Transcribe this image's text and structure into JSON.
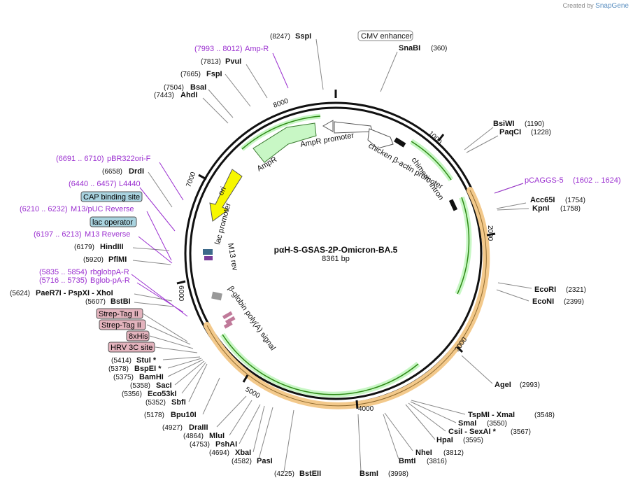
{
  "credit": {
    "prefix": "Created by",
    "brand": "SnapGene"
  },
  "map": {
    "name": "pαH-S-GSAS-2P-Omicron-BA.5",
    "length_label": "8361 bp",
    "total_bp": 8361
  },
  "ticks": [
    "1000",
    "2000",
    "3000",
    "4000",
    "5000",
    "6000",
    "7000",
    "8000"
  ],
  "feature_labels": {
    "cmv": "CMV enhancer",
    "cbap": "chicken β-actin promoter",
    "intron": "chimeric intron",
    "ampr_prom": "AmpR promoter",
    "ampr": "AmpR",
    "ori": "ori",
    "lac_prom": "lac promoter",
    "m13rev": "M13 rev",
    "bglob": "β-globin poly(A) signal"
  },
  "right_labels": [
    {
      "name": "SnaBI",
      "pos": "(360)"
    },
    {
      "name": "BsiWI",
      "pos": "(1190)"
    },
    {
      "name": "PaqCI",
      "pos": "(1228)"
    },
    {
      "name": "pCAGGS-5",
      "pos": "(1602 .. 1624)",
      "primer": true
    },
    {
      "name": "Acc65I",
      "pos": "(1754)"
    },
    {
      "name": "KpnI",
      "pos": "(1758)"
    },
    {
      "name": "EcoRI",
      "pos": "(2321)"
    },
    {
      "name": "EcoNI",
      "pos": "(2399)"
    },
    {
      "name": "AgeI",
      "pos": "(2993)"
    },
    {
      "name": "TspMI  - XmaI",
      "pos": "(3548)"
    },
    {
      "name": "SmaI",
      "pos": "(3550)"
    },
    {
      "name": "CsiI  - SexAI *",
      "pos": "(3567)"
    },
    {
      "name": "HpaI",
      "pos": "(3595)"
    },
    {
      "name": "NheI",
      "pos": "(3812)"
    },
    {
      "name": "BmtI",
      "pos": "(3816)"
    },
    {
      "name": "BsmI",
      "pos": "(3998)"
    },
    {
      "name": "BstEII",
      "pos": "(4225)"
    }
  ],
  "left_labels": [
    {
      "name": "SspI",
      "pos": "(8247)"
    },
    {
      "name": "Amp-R",
      "pos": "(7993 .. 8012)",
      "primer": true
    },
    {
      "name": "PvuI",
      "pos": "(7813)"
    },
    {
      "name": "FspI",
      "pos": "(7665)"
    },
    {
      "name": "BsaI",
      "pos": "(7504)"
    },
    {
      "name": "AhdI",
      "pos": "(7443)"
    },
    {
      "name": "pBR322ori-F",
      "pos": "(6691 .. 6710)",
      "primer": true
    },
    {
      "name": "DrdI",
      "pos": "(6658)"
    },
    {
      "name": "L4440",
      "pos": "(6440 .. 6457)",
      "primer": true
    },
    {
      "name": "M13/pUC Reverse",
      "pos": "(6210 .. 6232)",
      "primer": true
    },
    {
      "name": "M13 Reverse",
      "pos": "(6197 .. 6213)",
      "primer": true
    },
    {
      "name": "HindIII",
      "pos": "(6179)"
    },
    {
      "name": "PflMI",
      "pos": "(5920)"
    },
    {
      "name": "rbglobpA-R",
      "pos": "(5835 .. 5854)",
      "primer": true
    },
    {
      "name": "Bglob-pA-R",
      "pos": "(5716 .. 5735)",
      "primer": true
    },
    {
      "name": "PaeR7I   - PspXI   - XhoI",
      "pos": "(5624)"
    },
    {
      "name": "BstBI",
      "pos": "(5607)"
    },
    {
      "name": "StuI *",
      "pos": "(5414)"
    },
    {
      "name": "BspEI *",
      "pos": "(5378)"
    },
    {
      "name": "BamHI",
      "pos": "(5375)"
    },
    {
      "name": "SacI",
      "pos": "(5358)"
    },
    {
      "name": "Eco53kI",
      "pos": "(5356)"
    },
    {
      "name": "SbfI",
      "pos": "(5352)"
    },
    {
      "name": "Bpu10I",
      "pos": "(5178)"
    },
    {
      "name": "DraIII",
      "pos": "(4927)"
    },
    {
      "name": "MluI",
      "pos": "(4864)"
    },
    {
      "name": "PshAI",
      "pos": "(4753)"
    },
    {
      "name": "XbaI",
      "pos": "(4694)"
    },
    {
      "name": "PasI",
      "pos": "(4582)"
    }
  ],
  "boxes": [
    {
      "text": "CAP binding site",
      "color": "#a9d3df"
    },
    {
      "text": "lac operator",
      "color": "#a9d3df"
    },
    {
      "text": "Strep-Tag II",
      "color": "#e3b3bd"
    },
    {
      "text": "Strep-Tag II",
      "color": "#e3b3bd"
    },
    {
      "text": "8xHis",
      "color": "#e3b3bd"
    },
    {
      "text": "HRV 3C site",
      "color": "#e3b3bd"
    }
  ],
  "colors": {
    "primer": "#9b30d0",
    "ampr": "#c8f7c5",
    "ori": "#f7f700",
    "orange": "#f3c98b",
    "green_arrow": "#2e8a15"
  }
}
